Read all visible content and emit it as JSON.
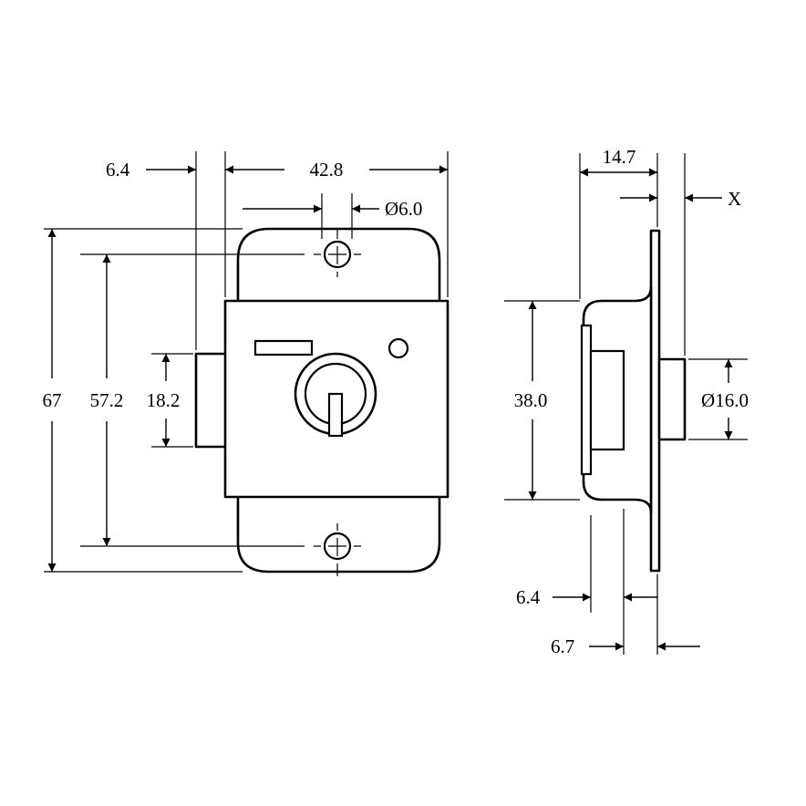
{
  "front_view": {
    "dims": {
      "offset_left": "6.4",
      "body_width": "42.8",
      "hole_diameter": "Ø6.0",
      "overall_height": "67",
      "hole_spacing": "57.2",
      "bolt_height": "18.2"
    }
  },
  "side_view": {
    "dims": {
      "depth": "14.7",
      "x_ref": "X",
      "body_height": "38.0",
      "cylinder_diameter": "Ø16.0",
      "bottom_offset_1": "6.4",
      "bottom_offset_2": "6.7"
    }
  }
}
